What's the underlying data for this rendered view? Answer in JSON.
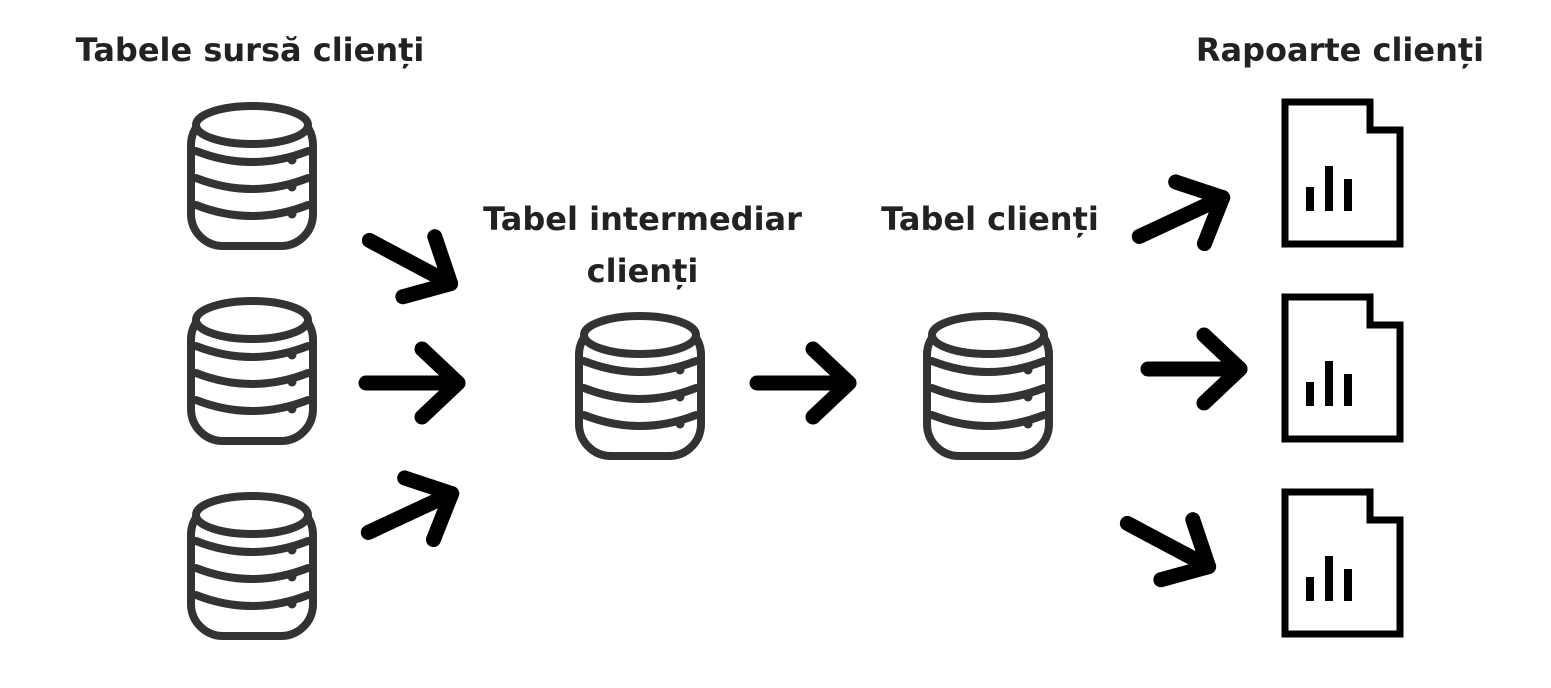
{
  "labels": {
    "sources": "Tabele sursă clienți",
    "intermediate": "Tabel intermediar clienți",
    "table": "Tabel clienți",
    "reports": "Rapoarte clienți"
  },
  "nodes": {
    "sources": [
      "database-icon",
      "database-icon",
      "database-icon"
    ],
    "intermediate": "database-icon",
    "table": "database-icon",
    "reports": [
      "report-chart-icon",
      "report-chart-icon",
      "report-chart-icon"
    ]
  },
  "colors": {
    "icon_stroke": "#333333",
    "arrow": "#000000",
    "text": "#222222"
  }
}
